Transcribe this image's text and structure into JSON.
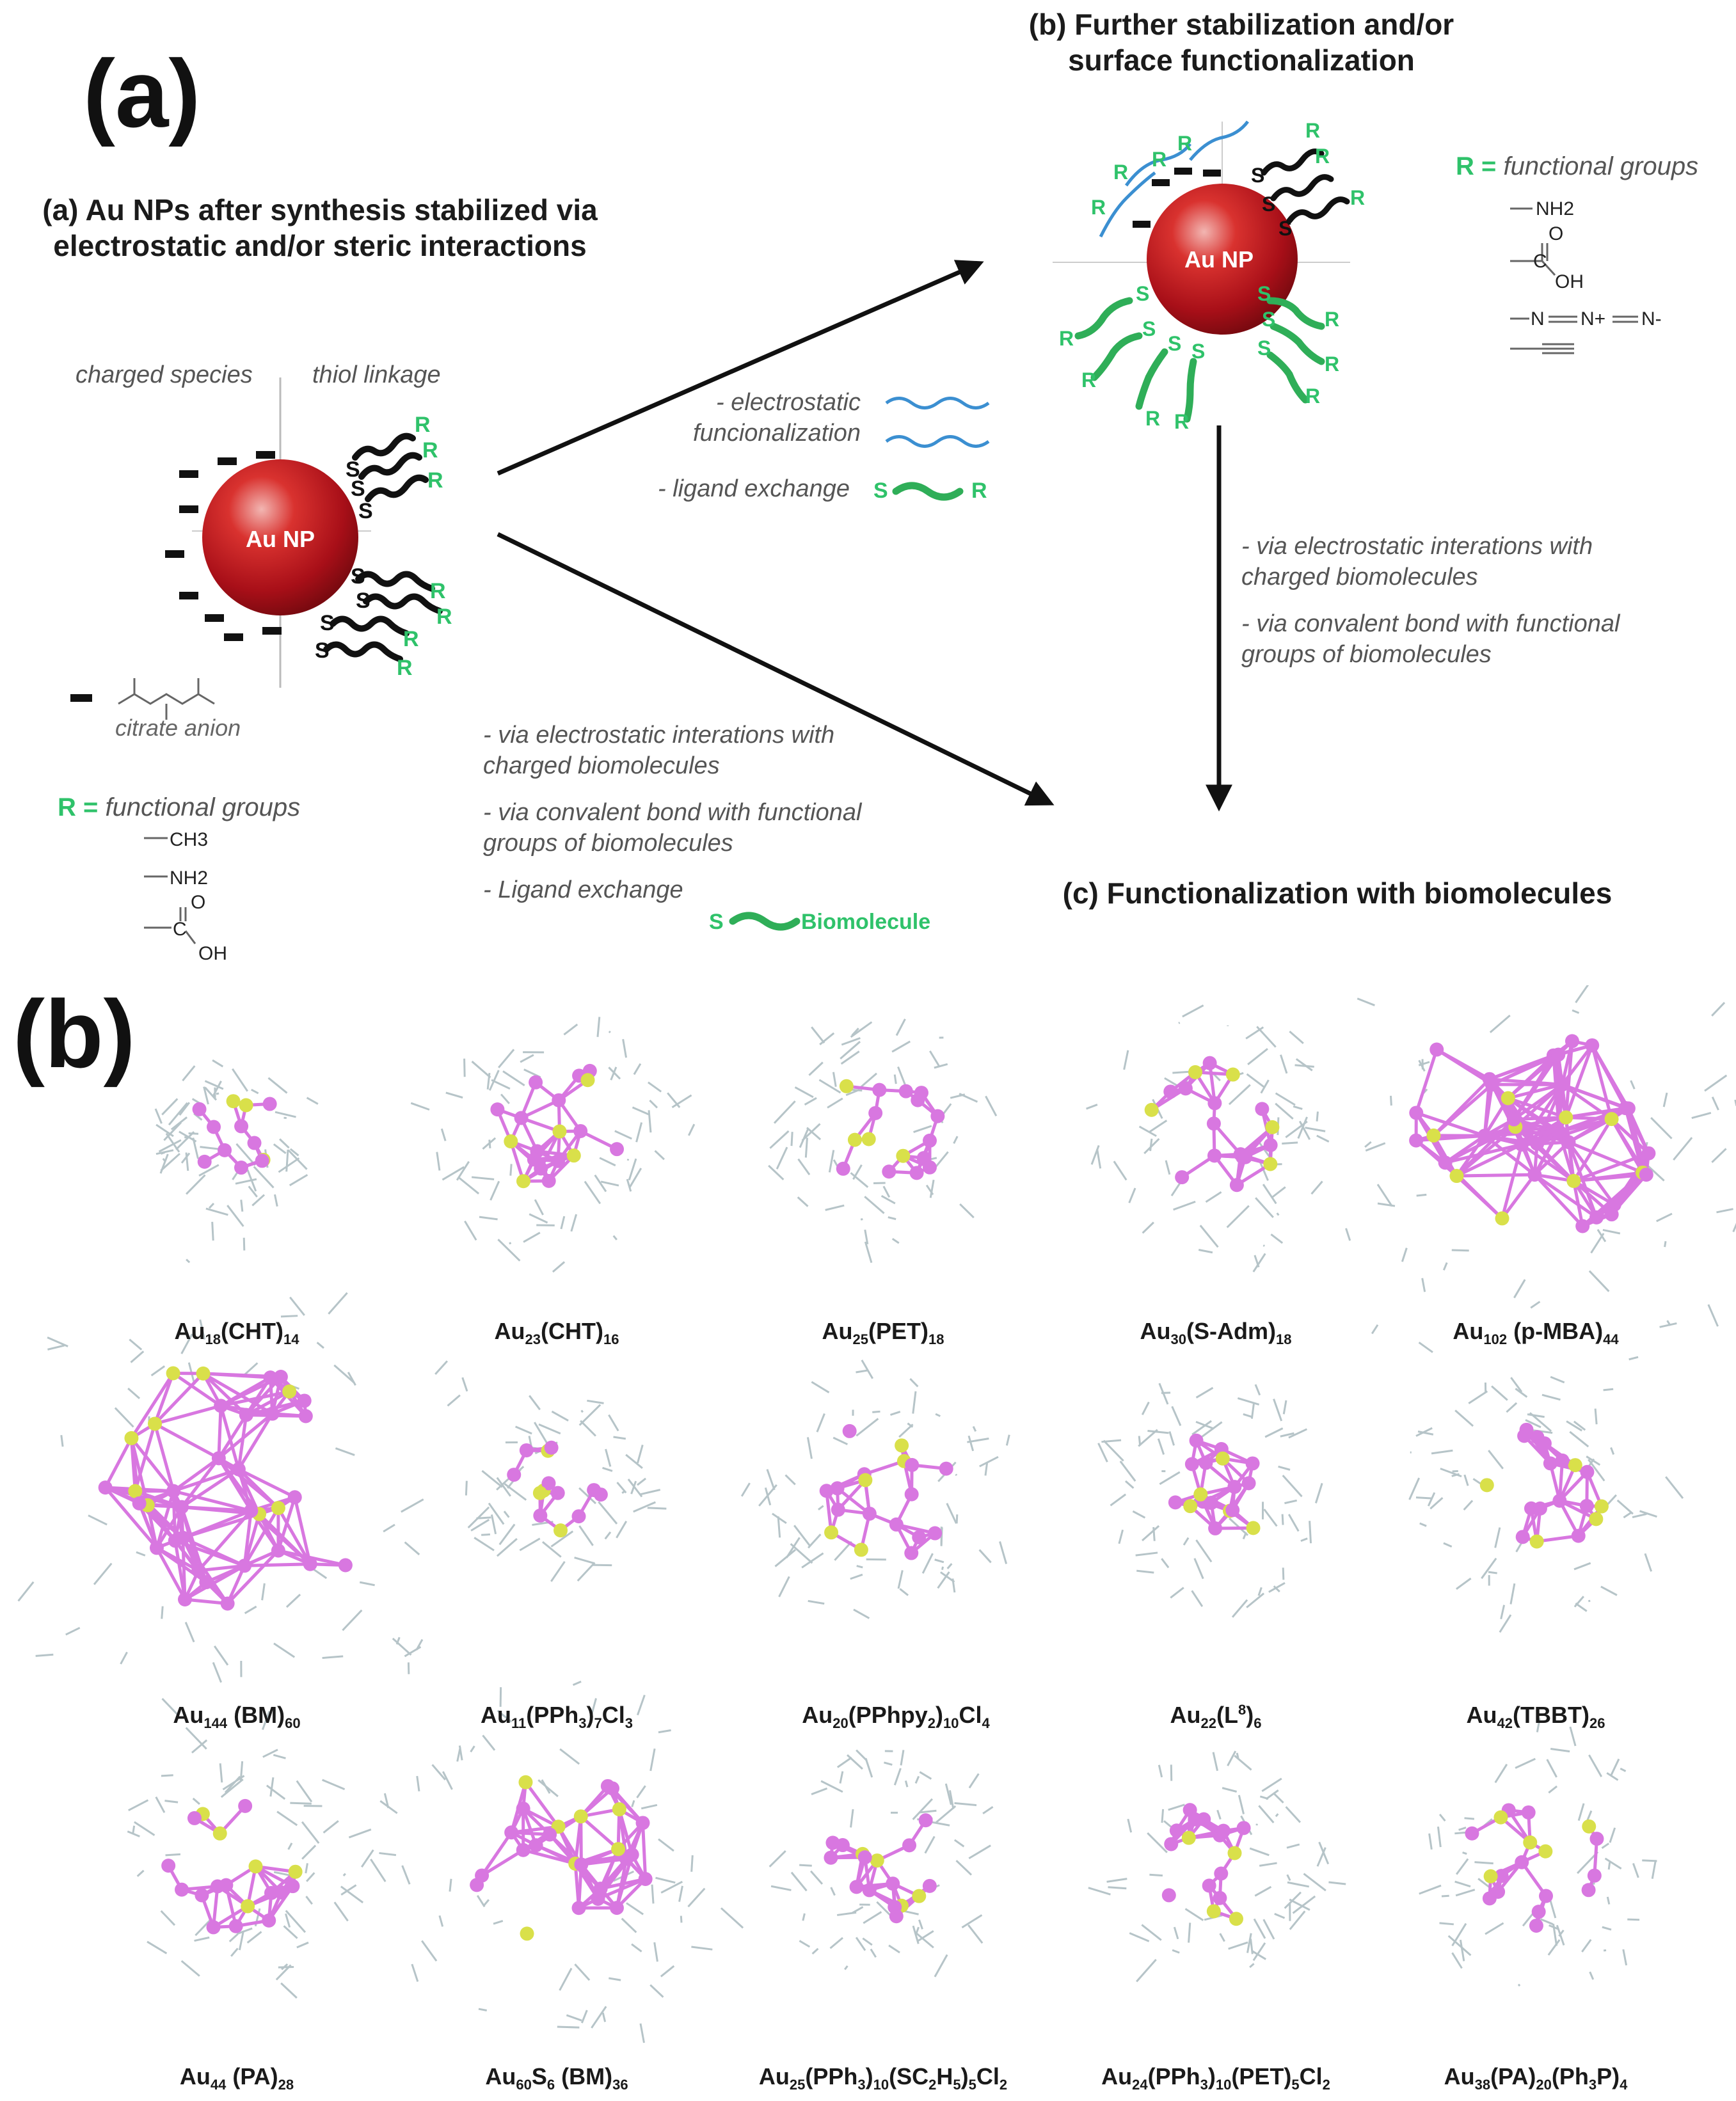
{
  "panel_a": {
    "letter": "(a)",
    "heading_a": [
      "(a) Au NPs after synthesis stabilized via",
      "electrostatic and/or steric interactions"
    ],
    "heading_b": [
      "(b) Further stabilization and/or",
      "surface functionalization"
    ],
    "heading_c": "(c) Functionalization with biomolecules",
    "charged_species": "charged species",
    "thiol_linkage": "thiol linkage",
    "np_label": "Au NP",
    "citrate": "citrate anion",
    "r_eq": "R =",
    "functional_groups": "functional groups",
    "groups_left": [
      "CH3",
      "NH2",
      "C",
      "O",
      "OH"
    ],
    "groups_right": [
      "NH2",
      "C",
      "O",
      "OH",
      "N",
      "N+",
      "N-"
    ],
    "s_letter": "S",
    "r_letter": "R",
    "mid_top": [
      "- electrostatic",
      "funcionalization",
      "- ligand exchange"
    ],
    "mid_bottom": [
      "- via electrostatic interations with",
      "charged biomolecules",
      "- via convalent bond with functional",
      "groups of biomolecules",
      "- Ligand exchange"
    ],
    "biomolecule": "Biomolecule",
    "right_mid": [
      "- via electrostatic interations with",
      "charged biomolecules",
      "- via convalent bond with functional",
      "groups of biomolecules"
    ]
  },
  "panel_b": {
    "letter": "(b)",
    "clusters": [
      "Au18(CHT)14",
      "Au23(CHT)16",
      "Au25(PET)18",
      "Au30(S-Adm)18",
      "Au102 (p-MBA)44",
      "Au144 (BM)60",
      "Au11(PPh3)7Cl3",
      "Au20(PPhpy2)10Cl4",
      "Au22(L8)6",
      "Au42(TBBT)26",
      "Au44 (PA)28",
      "Au60S6 (BM)36",
      "Au25(PPh3)10(SC2H5)5Cl2",
      "Au24(PPh3)10(PET)5Cl2",
      "Au38(PA)20(Ph3P)4"
    ]
  },
  "colors": {
    "np_red": "#c2151c",
    "ligand_green": "#2fc26a",
    "cluster_pink": "#d877e0",
    "sulfur_yellow": "#d9e04a"
  }
}
